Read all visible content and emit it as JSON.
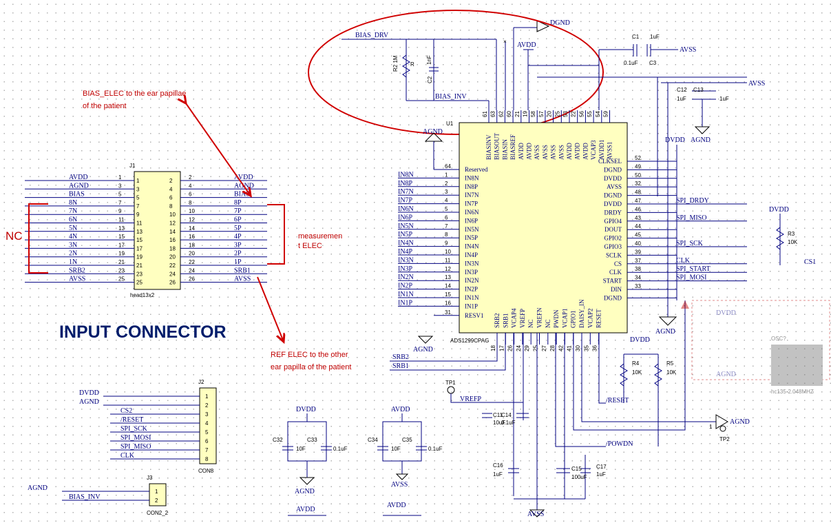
{
  "annotations": {
    "bias_elec_line1": "BIAS_ELEC to the ear papillae",
    "bias_elec_line2": "of the patient",
    "measurement_line1": "measuremen",
    "measurement_line2": "t ELEC",
    "ref_elec_line1": "REF ELEC to the other",
    "ref_elec_line2": "ear papilla of the patient",
    "input_connector": "INPUT CONNECTOR",
    "nc": "NC"
  },
  "j1": {
    "ref": "J1",
    "name": "head13x2",
    "left_nets": [
      "AVDD",
      "AGND",
      "BIAS",
      "8N",
      "7N",
      "6N",
      "5N",
      "4N",
      "3N",
      "2N",
      "1N",
      "SRB2",
      "AVSS"
    ],
    "right_nets": [
      "AVDD",
      "AGND",
      "BIAS",
      "8P",
      "7P",
      "6P",
      "5P",
      "4P",
      "3P",
      "2P",
      "1P",
      "SRB1",
      "AVSS"
    ],
    "left_pins": [
      "1",
      "3",
      "5",
      "7",
      "9",
      "11",
      "13",
      "15",
      "17",
      "19",
      "21",
      "23",
      "25"
    ],
    "right_pins": [
      "2",
      "4",
      "6",
      "8",
      "10",
      "12",
      "14",
      "16",
      "18",
      "20",
      "22",
      "24",
      "26"
    ]
  },
  "u1": {
    "ref": "U1",
    "name": "ADS1299CPAG",
    "left_pins": [
      {
        "num": "64",
        "name": "Reserved",
        "net": ""
      },
      {
        "num": "1",
        "name": "IN8N",
        "net": "IN8N"
      },
      {
        "num": "2",
        "name": "IN8P",
        "net": "IN8P"
      },
      {
        "num": "3",
        "name": "IN7N",
        "net": "IN7N"
      },
      {
        "num": "4",
        "name": "IN7P",
        "net": "IN7P"
      },
      {
        "num": "5",
        "name": "IN6N",
        "net": "IN6N"
      },
      {
        "num": "6",
        "name": "IN6P",
        "net": "IN6P"
      },
      {
        "num": "7",
        "name": "IN5N",
        "net": "IN5N"
      },
      {
        "num": "8",
        "name": "IN5P",
        "net": "IN5P"
      },
      {
        "num": "9",
        "name": "IN4N",
        "net": "IN4N"
      },
      {
        "num": "10",
        "name": "IN4P",
        "net": "IN4P"
      },
      {
        "num": "11",
        "name": "IN3N",
        "net": "IN3N"
      },
      {
        "num": "12",
        "name": "IN3P",
        "net": "IN3P"
      },
      {
        "num": "13",
        "name": "IN2N",
        "net": "IN2N"
      },
      {
        "num": "14",
        "name": "IN2P",
        "net": "IN2P"
      },
      {
        "num": "15",
        "name": "IN1N",
        "net": "IN1N"
      },
      {
        "num": "16",
        "name": "IN1P",
        "net": "IN1P"
      },
      {
        "num": "31",
        "name": "RESV1",
        "net": ""
      }
    ],
    "right_pins": [
      {
        "num": "52",
        "name": "CLKSEL",
        "net": ""
      },
      {
        "num": "49",
        "name": "DGND",
        "net": ""
      },
      {
        "num": "50",
        "name": "DVDD",
        "net": ""
      },
      {
        "num": "32",
        "name": "AVSS",
        "net": ""
      },
      {
        "num": "48",
        "name": "DGND",
        "net": ""
      },
      {
        "num": "47",
        "name": "DVDD",
        "net": "SPI_DRDY"
      },
      {
        "num": "46",
        "name": "DRDY",
        "net": ""
      },
      {
        "num": "43",
        "name": "GPIO4",
        "net": "SPI_MISO"
      },
      {
        "num": "44",
        "name": "DOUT",
        "net": ""
      },
      {
        "num": "45",
        "name": "GPIO2",
        "net": ""
      },
      {
        "num": "40",
        "name": "GPIO3",
        "net": "SPI_SCK"
      },
      {
        "num": "39",
        "name": "SCLK",
        "net": ""
      },
      {
        "num": "37",
        "name": "CS",
        "net": "CLK"
      },
      {
        "num": "38",
        "name": "CLK",
        "net": "SPI_START"
      },
      {
        "num": "34",
        "name": "START",
        "net": "SPI_MOSI"
      },
      {
        "num": "33",
        "name": "DIN",
        "net": ""
      },
      {
        "num": "",
        "name": "DGND",
        "net": ""
      }
    ],
    "top_pins": [
      {
        "num": "61",
        "name": "BIASINV"
      },
      {
        "num": "63",
        "name": "BIASOUT"
      },
      {
        "num": "62",
        "name": "BIASIN"
      },
      {
        "num": "60",
        "name": "BIASREF"
      },
      {
        "num": "21",
        "name": "AVDD"
      },
      {
        "num": "19",
        "name": "AVDD"
      },
      {
        "num": "58",
        "name": "AVSS"
      },
      {
        "num": "57",
        "name": "AVSS"
      },
      {
        "num": "20",
        "name": "AVSS"
      },
      {
        "num": "25",
        "name": "AVSS"
      },
      {
        "num": "53",
        "name": "AVDD"
      },
      {
        "num": "22",
        "name": "AVDD"
      },
      {
        "num": "56",
        "name": "AVDD"
      },
      {
        "num": "55",
        "name": "VCAP3"
      },
      {
        "num": "54",
        "name": "AVDD1"
      },
      {
        "num": "59",
        "name": "AVSS1"
      }
    ],
    "bottom_pins": [
      {
        "num": "18",
        "name": "SRB2"
      },
      {
        "num": "17",
        "name": "SRB1"
      },
      {
        "num": "26",
        "name": "VCAP4"
      },
      {
        "num": "24",
        "name": "VREFP"
      },
      {
        "num": "29",
        "name": "NC"
      },
      {
        "num": "25",
        "name": "VREFN"
      },
      {
        "num": "27",
        "name": "NC"
      },
      {
        "num": "28",
        "name": "PWDN"
      },
      {
        "num": "42",
        "name": "VCAP1"
      },
      {
        "num": "41",
        "name": "GPIO1"
      },
      {
        "num": "30",
        "name": "DAISY_IN"
      },
      {
        "num": "35",
        "name": "VCAP2"
      },
      {
        "num": "36",
        "name": "RESET"
      }
    ]
  },
  "nets": {
    "bias_drv": "BIAS_DRV",
    "bias_inv": "BIAS_INV",
    "dgnd": "DGND",
    "avdd": "AVDD",
    "avss": "AVSS",
    "agnd": "AGND",
    "dvdd": "DVDD",
    "cs1": "CS1",
    "srb2": "SRB2",
    "srb1": "SRB1",
    "vrefp": "VREFP",
    "reset": "/RESET",
    "powdn": "/POWDN"
  },
  "components": {
    "r_bias": "R",
    "r_bias_val": "R2 1M",
    "c2": "C2",
    "c2_val": "1nF",
    "c1": "C1",
    "c1_val": "1uF",
    "c3_val": "0.1uF",
    "c3": "C3",
    "c12": "C12",
    "c13": "C13",
    "c12_val": "1uF",
    "c13_val": "1uF",
    "r3": "R3",
    "r3_val": "10K",
    "r4": "R4",
    "r4_val": "10K",
    "r5": "R5",
    "r5_val": "10K",
    "tp1": "TP1",
    "tp2": "TP2",
    "c11": "C11",
    "c11_val": "10uF",
    "c14": "C14",
    "c14_val": "0.1uF",
    "c16": "C16",
    "c16_val": "1uF",
    "c15": "C15",
    "c15_val": "100uF",
    "c17": "C17",
    "c17_val": "1uF",
    "c32": "C32",
    "c32_val": "10F",
    "c33": "C33",
    "c33_val": "0.1uF",
    "c34": "C34",
    "c34_val": "10F",
    "c35": "C35",
    "c35_val": "0.1uF",
    "osc": "OSC?",
    "osc_part": "hc135-2.048MHZ"
  },
  "j2": {
    "ref": "J2",
    "name": "CON8",
    "nets": [
      "DVDD",
      "AGND",
      "CS2",
      "/RESET",
      "SPI_SCK",
      "SPI_MOSI",
      "SPI_MISO",
      "CLK"
    ],
    "pins": [
      "1",
      "2",
      "3",
      "4",
      "5",
      "6",
      "7",
      "8"
    ]
  },
  "j3": {
    "ref": "J3",
    "name": "CON2_2",
    "nets": [
      "AGND",
      "BIAS_INV"
    ],
    "pins": [
      "1",
      "2"
    ]
  },
  "colors": {
    "wire": "#000080",
    "annotation": "#c00000",
    "component_fill": "#ffffc0",
    "title": "#001d6b"
  }
}
